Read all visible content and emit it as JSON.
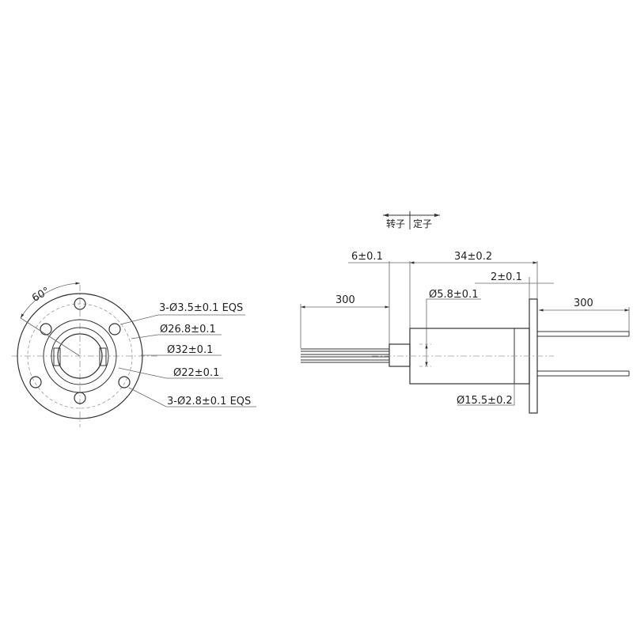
{
  "front_view": {
    "angle_label": "60°",
    "hole_callout_1": "3-Ø3.5±0.1 EQS",
    "pcd_outer": "Ø26.8±0.1",
    "flange_dia": "Ø32±0.1",
    "pcd_inner": "Ø22±0.1",
    "hole_callout_2": "3-Ø2.8±0.1 EQS"
  },
  "side_view": {
    "rotor_label": "转子",
    "stator_label": "定子",
    "dim_shaft_len": "6±0.1",
    "dim_body_len": "34±0.2",
    "dim_flange_thk": "2±0.1",
    "dim_lead_left": "300",
    "dim_lead_right": "300",
    "dim_shaft_dia": "Ø5.8±0.1",
    "dim_body_dia": "Ø15.5±0.2"
  }
}
